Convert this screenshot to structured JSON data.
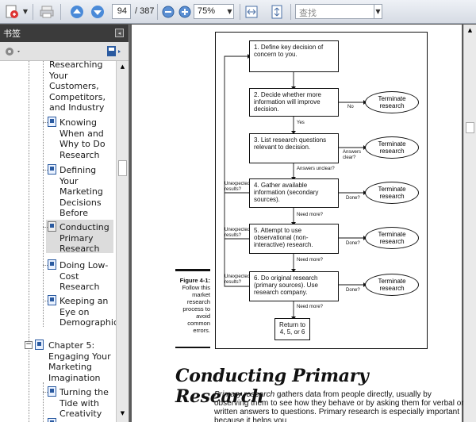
{
  "toolbar": {
    "page_current": "94",
    "page_total": "/ 387",
    "zoom": "75%",
    "search_placeholder": "查找"
  },
  "panel": {
    "title": "书签",
    "items": [
      {
        "label": "Researching Your Customers, Competitors, and Industry"
      },
      {
        "label": "Knowing When and Why to Do Research"
      },
      {
        "label": "Defining Your Marketing Decisions Before Starting Your"
      },
      {
        "label": "Conducting Primary Research"
      },
      {
        "label": "Doing Low-Cost Research"
      },
      {
        "label": "Keeping an Eye on Demographics"
      },
      {
        "label": "Chapter 5: Engaging Your Marketing Imagination"
      },
      {
        "label": "Turning the Tide with Creativity"
      }
    ]
  },
  "document": {
    "flow": {
      "steps": [
        "1. Define key decision of concern to you.",
        "2. Decide whether more information will improve decision.",
        "3. List research questions relevant to decision.",
        "4. Gather available information (secondary sources).",
        "5. Attempt to use observational (non-interactive) research.",
        "6. Do original research (primary sources). Use research company.",
        "Return to 4, 5, or 6"
      ],
      "terminate": "Terminate research",
      "labels": {
        "no": "No",
        "yes": "Yes",
        "answers_clear": "Answers clear?",
        "answers_unclear": "Answers unclear?",
        "done": "Done?",
        "need_more": "Need more?",
        "unexpected": "Unexpected results?"
      }
    },
    "caption": {
      "title": "Figure 4-1:",
      "text": "Follow this market research process to avoid common errors."
    },
    "heading": "Conducting Primary Research",
    "body_lead": "Primary research",
    "body_text": " gathers data from people directly, usually by observing them to see how they behave or by asking them for verbal or written answers to questions. Primary research is especially important because it helps you"
  }
}
